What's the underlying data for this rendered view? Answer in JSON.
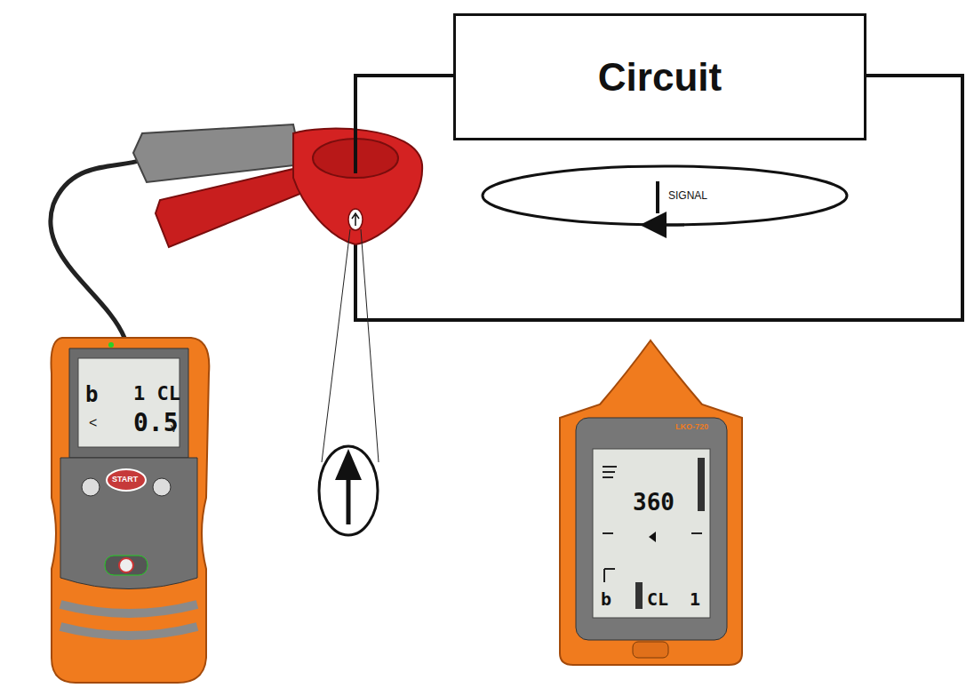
{
  "diagram": {
    "nodes": [
      {
        "text": [
          "Circuit"
        ]
      }
    ],
    "labels": [
      "SIGNAL",
      "b",
      "1 CL",
      "<",
      "0.5",
      "V",
      "START",
      "LKO-720",
      "360",
      "b",
      "CL",
      "1"
    ]
  }
}
